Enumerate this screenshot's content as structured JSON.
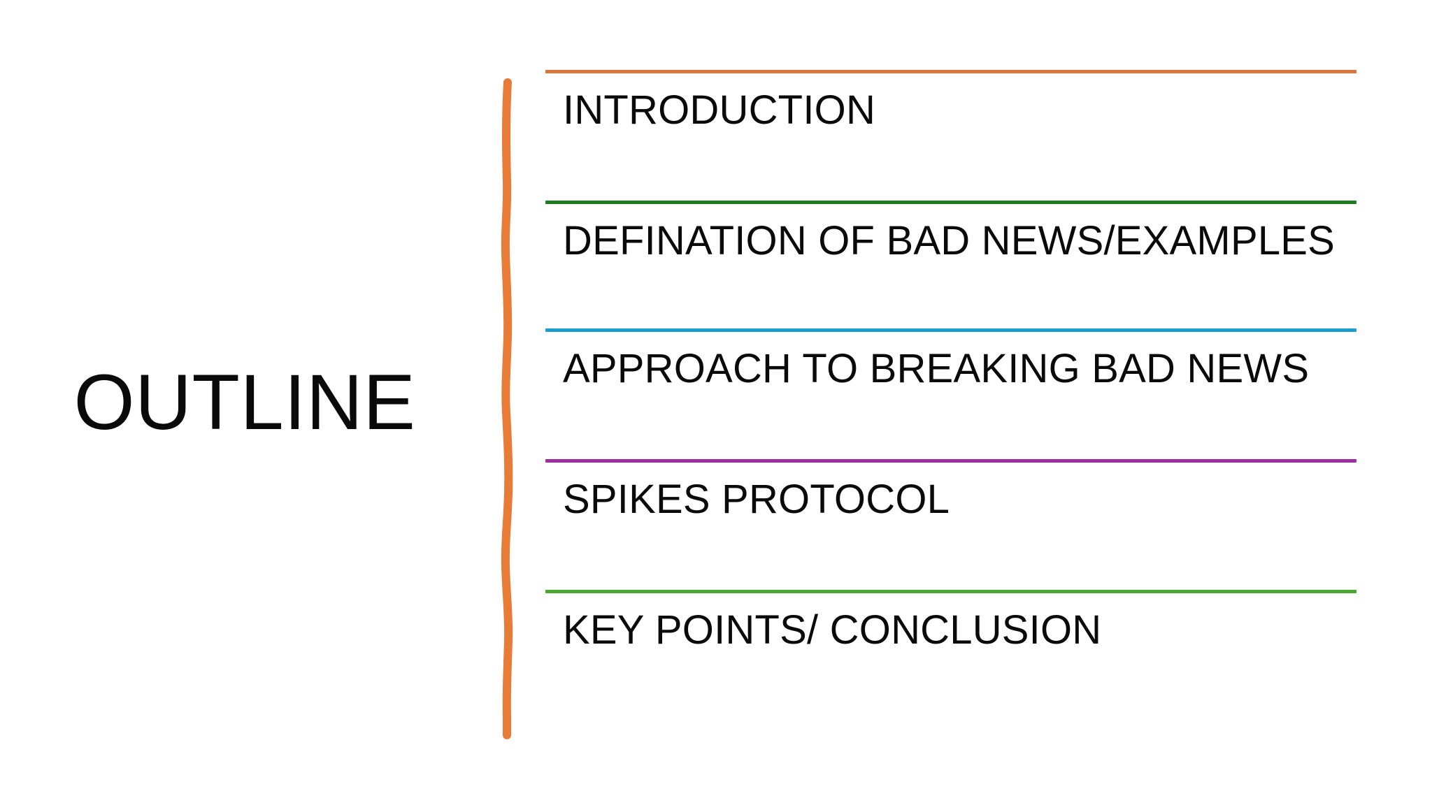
{
  "slide": {
    "background_color": "#FFFFFF",
    "title": "OUTLINE",
    "divider": {
      "name": "vertical-orange-brush-stroke",
      "color": "#E87B35"
    },
    "outline_items": [
      {
        "label": "INTRODUCTION",
        "rule_color": "#D9743C",
        "rule_name": "orange-rule"
      },
      {
        "label": "DEFINATION OF BAD NEWS/EXAMPLES",
        "rule_color": "#1E7B21",
        "rule_name": "dark-green-rule"
      },
      {
        "label": "APPROACH TO BREAKING BAD NEWS",
        "rule_color": "#1F9ECE",
        "rule_name": "blue-rule"
      },
      {
        "label": "SPIKES PROTOCOL",
        "rule_color": "#9D2FA0",
        "rule_name": "purple-rule"
      },
      {
        "label": "KEY POINTS/ CONCLUSION",
        "rule_color": "#4CA832",
        "rule_name": "green-rule"
      }
    ]
  }
}
